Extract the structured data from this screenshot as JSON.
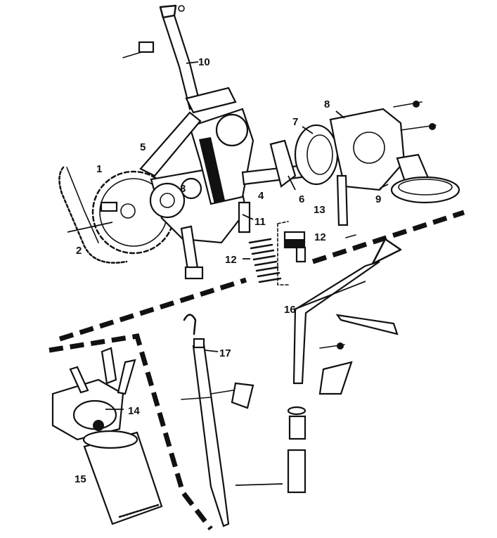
{
  "diagram": {
    "labels": {
      "l1": "1",
      "l2": "2",
      "l3": "3",
      "l4": "4",
      "l5": "5",
      "l6": "6",
      "l7": "7",
      "l8": "8",
      "l9": "9",
      "l10": "10",
      "l11": "11",
      "l12a": "12",
      "l12b": "12",
      "l13": "13",
      "l14": "14",
      "l15": "15",
      "l16": "16",
      "l17": "17"
    }
  }
}
